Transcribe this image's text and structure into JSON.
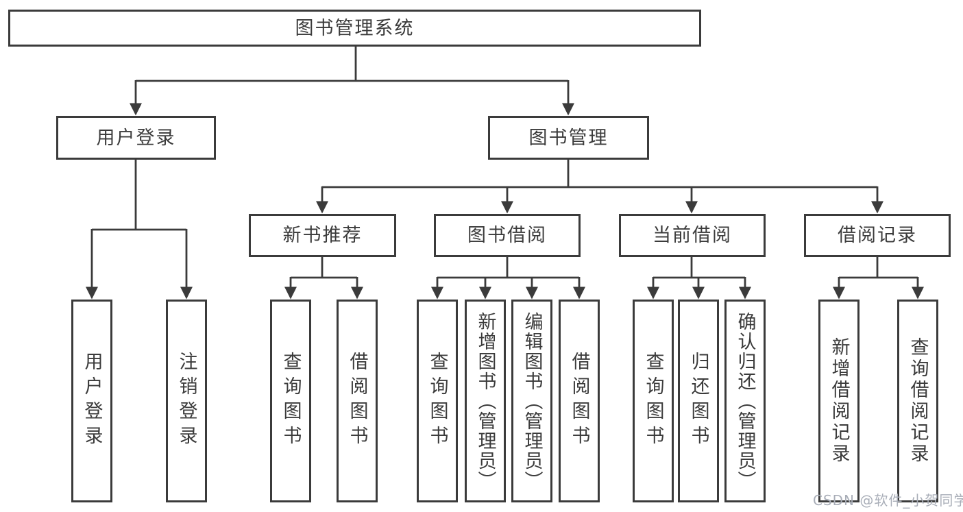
{
  "diagram": {
    "title": "图书管理系统",
    "watermark": "CSDN @软件_小贺同学",
    "colors": {
      "line": "#3b3b3b",
      "border": "#3b3b3b",
      "text": "#3b3b3b",
      "background": "#ffffff",
      "watermark": "#a9aeb8"
    },
    "nodes": {
      "root": {
        "label": "图书管理系统"
      },
      "level2": [
        {
          "label": "用户登录",
          "parent": "图书管理系统"
        },
        {
          "label": "图书管理",
          "parent": "图书管理系统"
        }
      ],
      "level3": [
        {
          "label": "新书推荐",
          "parent": "图书管理"
        },
        {
          "label": "图书借阅",
          "parent": "图书管理"
        },
        {
          "label": "当前借阅",
          "parent": "图书管理"
        },
        {
          "label": "借阅记录",
          "parent": "图书管理"
        }
      ],
      "leaves": [
        {
          "label": "用户登录",
          "parent": "用户登录"
        },
        {
          "label": "注销登录",
          "parent": "用户登录"
        },
        {
          "label": "查询图书",
          "parent": "新书推荐"
        },
        {
          "label": "借阅图书",
          "parent": "新书推荐"
        },
        {
          "label": "查询图书",
          "parent": "图书借阅"
        },
        {
          "label": "新增图书（管理员）",
          "parent": "图书借阅"
        },
        {
          "label": "编辑图书（管理员）",
          "parent": "图书借阅"
        },
        {
          "label": "借阅图书",
          "parent": "图书借阅"
        },
        {
          "label": "查询图书",
          "parent": "当前借阅"
        },
        {
          "label": "归还图书",
          "parent": "当前借阅"
        },
        {
          "label": "确认归还（管理员）",
          "parent": "当前借阅"
        },
        {
          "label": "新增借阅记录",
          "parent": "借阅记录"
        },
        {
          "label": "查询借阅记录",
          "parent": "借阅记录"
        }
      ]
    }
  }
}
